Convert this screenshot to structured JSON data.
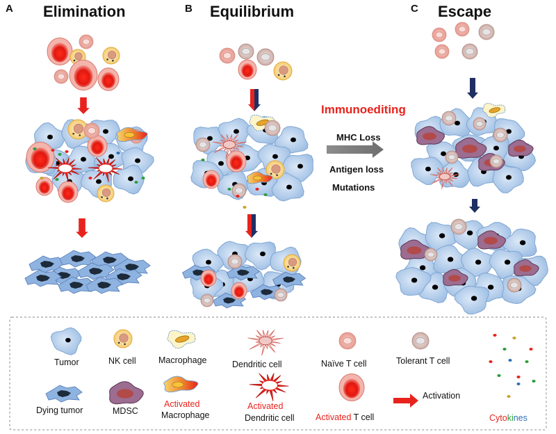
{
  "panels": [
    {
      "letter": "A",
      "title": "Elimination"
    },
    {
      "letter": "B",
      "title": "Equilibrium"
    },
    {
      "letter": "C",
      "title": "Escape"
    }
  ],
  "transition": {
    "heading": "Immunoediting",
    "lines": [
      "MHC Loss",
      "Antigen loss",
      "Mutations"
    ]
  },
  "legend": {
    "tumor": "Tumor",
    "nk_cell": "NK cell",
    "macrophage": "Macrophage",
    "dendritic_cell": "Dendritic cell",
    "naive_t_cell": "Naïve  T cell",
    "tolerant_t_cell": "Tolerant  T cell",
    "dying_tumor": "Dying tumor",
    "mdsc": "MDSC",
    "activated_macrophage_1": "Activated",
    "activated_macrophage_2": "Macrophage",
    "activated_dendritic_1": "Activated",
    "activated_dendritic_2": "Dendritic cell",
    "activated_t_cell_1": "Activated",
    "activated_t_cell_2": " T cell",
    "activation": "Activation",
    "cytokines": {
      "part1": "Cyto",
      "part2": "ki",
      "part3": "nes",
      "colors": [
        "#e8231d",
        "#2a9d3c",
        "#2f6fb5"
      ]
    }
  },
  "colors": {
    "tumor_fill": "#b9d3ee",
    "tumor_stroke": "#7fa6d3",
    "red_arrow": "#e8231d",
    "navy_arrow": "#1f2f63",
    "mdsc_fill": "#8c5a7a",
    "legend_border": "#8a8a8a"
  }
}
